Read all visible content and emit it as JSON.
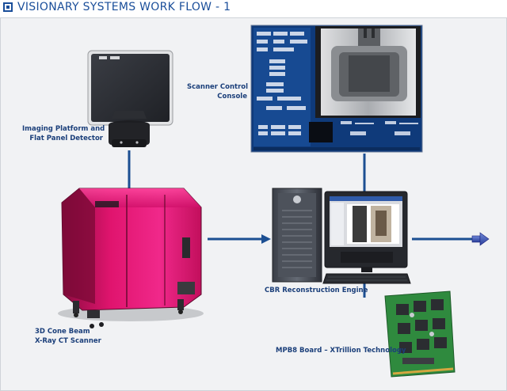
{
  "title": "VISIONARY SYSTEMS WORK FLOW - 1",
  "labels": {
    "imaging_platform_1": "Imaging Platform and",
    "imaging_platform_2": "Flat Panel Detector",
    "scanner_console_1": "Scanner Control",
    "scanner_console_2": "Console",
    "cbr_engine": "CBR Reconstruction Engine",
    "mpb8_board": "MPB8 Board – XTrillion Technology",
    "ct_scanner_1": "3D Cone Beam",
    "ct_scanner_2": "X-Ray CT Scanner"
  },
  "colors": {
    "title": "#1a4e9a",
    "label": "#1b3f7a",
    "connector": "#1c4f92",
    "scanner_pink": "#e0146e",
    "panel_bg": "#f1f2f4"
  }
}
